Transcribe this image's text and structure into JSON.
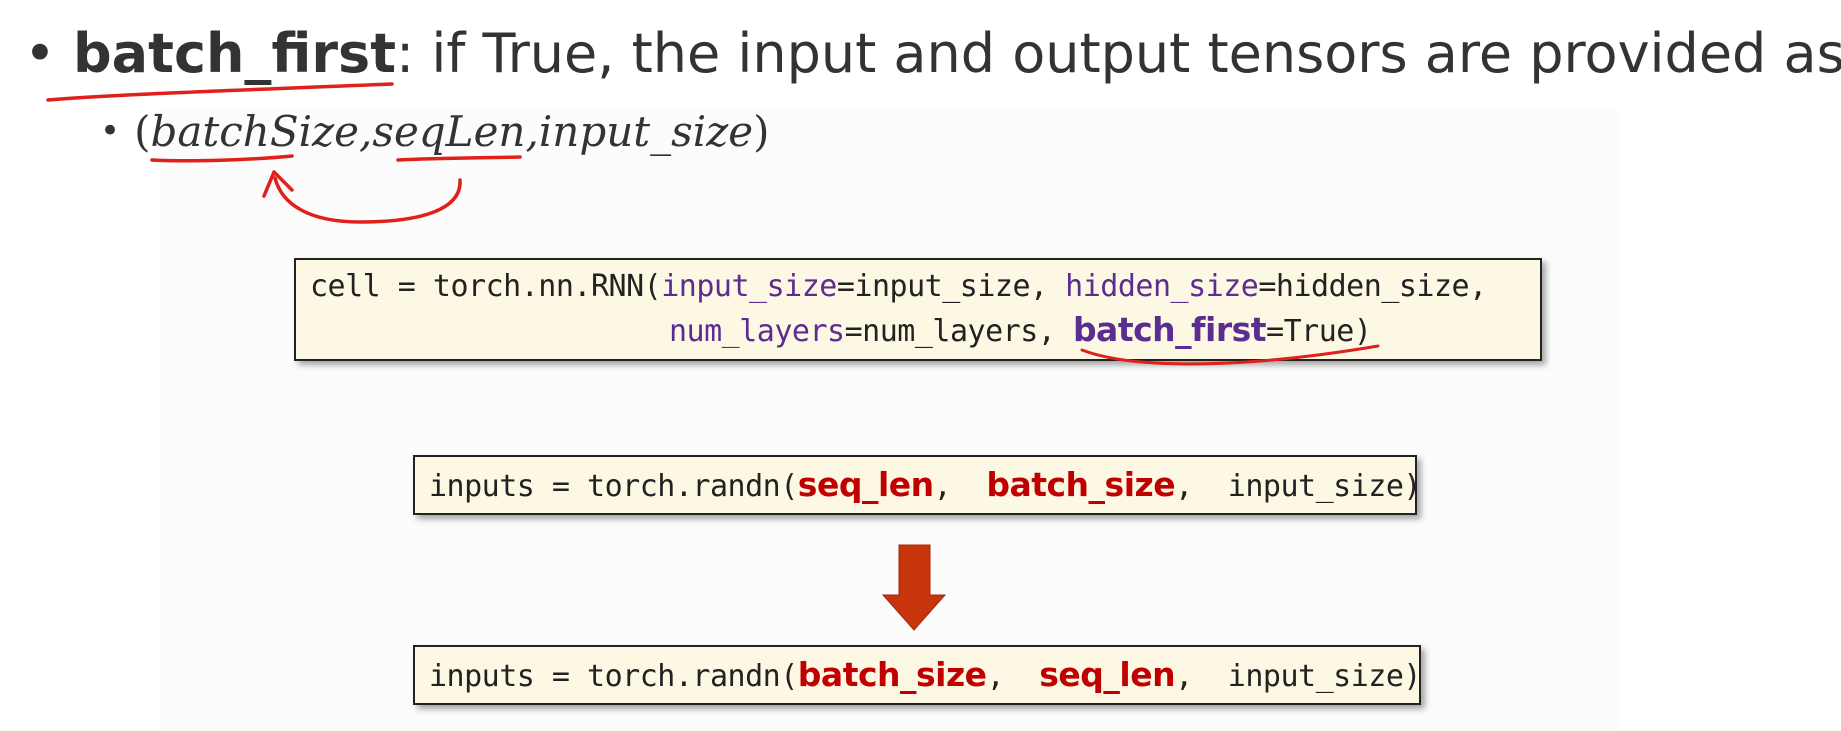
{
  "bullet1": {
    "bullet": "•",
    "keyword": "batch_first",
    "rest": ": if True, the input and output tensors are provided as:"
  },
  "bullet2": {
    "bullet": "•",
    "open": "(",
    "batch": "batchSize",
    "comma1": ",",
    "seq": "seqLen",
    "comma2": ",",
    "input": "input_size",
    "close": ")"
  },
  "code1": {
    "l1_a": "cell = torch.nn.RNN(",
    "l1_b": "input_size",
    "l1_c": "=input_size, ",
    "l1_d": "hidden_size",
    "l1_e": "=hidden_size,",
    "l2_a": "num_layers",
    "l2_b": "=num_layers, ",
    "l2_c": "batch_first",
    "l2_d": "=True)"
  },
  "code2": {
    "a": "inputs = torch.randn(",
    "b": "seq_len",
    "c": ",  ",
    "d": "batch_size",
    "e": ",  input_size)"
  },
  "code3": {
    "a": "inputs = torch.randn(",
    "b": "batch_size",
    "c": ",  ",
    "d": "seq_len",
    "e": ",  input_size)"
  },
  "colors": {
    "keyword_red": "#c00000",
    "param_purple": "#5c2d91",
    "arrow": "#c8340c",
    "annotation_red": "#e0201a",
    "code_bg": "#fdf8e4"
  },
  "icons": {
    "arrow": "down-arrow-icon"
  }
}
